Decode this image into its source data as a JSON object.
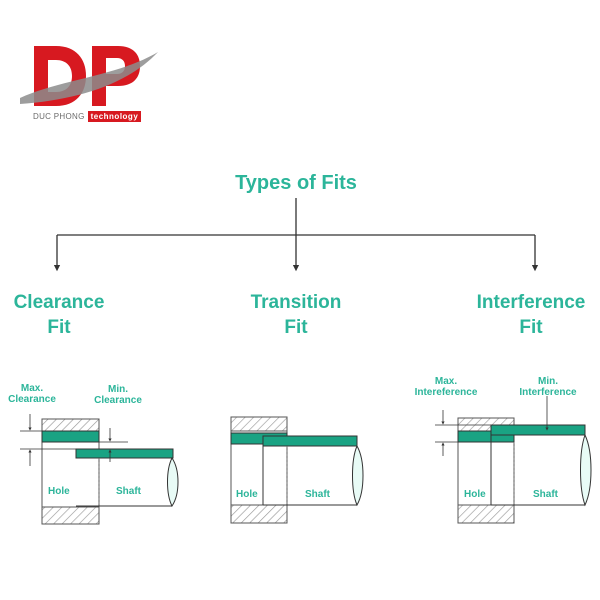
{
  "logo": {
    "mark": "DP",
    "company": "DUC PHONG",
    "tagline": "technology",
    "colors": {
      "red": "#d71920",
      "gray": "#7a7a7a"
    }
  },
  "title": "Types of Fits",
  "colors": {
    "accent": "#2cb59a",
    "fit_band": "#1aa383",
    "line": "#333333"
  },
  "fits": [
    {
      "line1": "Clearance",
      "line2": "Fit",
      "max_label": [
        "Max.",
        "Clearance"
      ],
      "min_label": [
        "Min.",
        "Clearance"
      ],
      "hole_label": "Hole",
      "shaft_label": "Shaft"
    },
    {
      "line1": "Transition",
      "line2": "Fit",
      "hole_label": "Hole",
      "shaft_label": "Shaft"
    },
    {
      "line1": "Interference",
      "line2": "Fit",
      "max_label": [
        "Max.",
        "Intereference"
      ],
      "min_label": [
        "Min.",
        "Interference"
      ],
      "hole_label": "Hole",
      "shaft_label": "Shaft"
    }
  ]
}
